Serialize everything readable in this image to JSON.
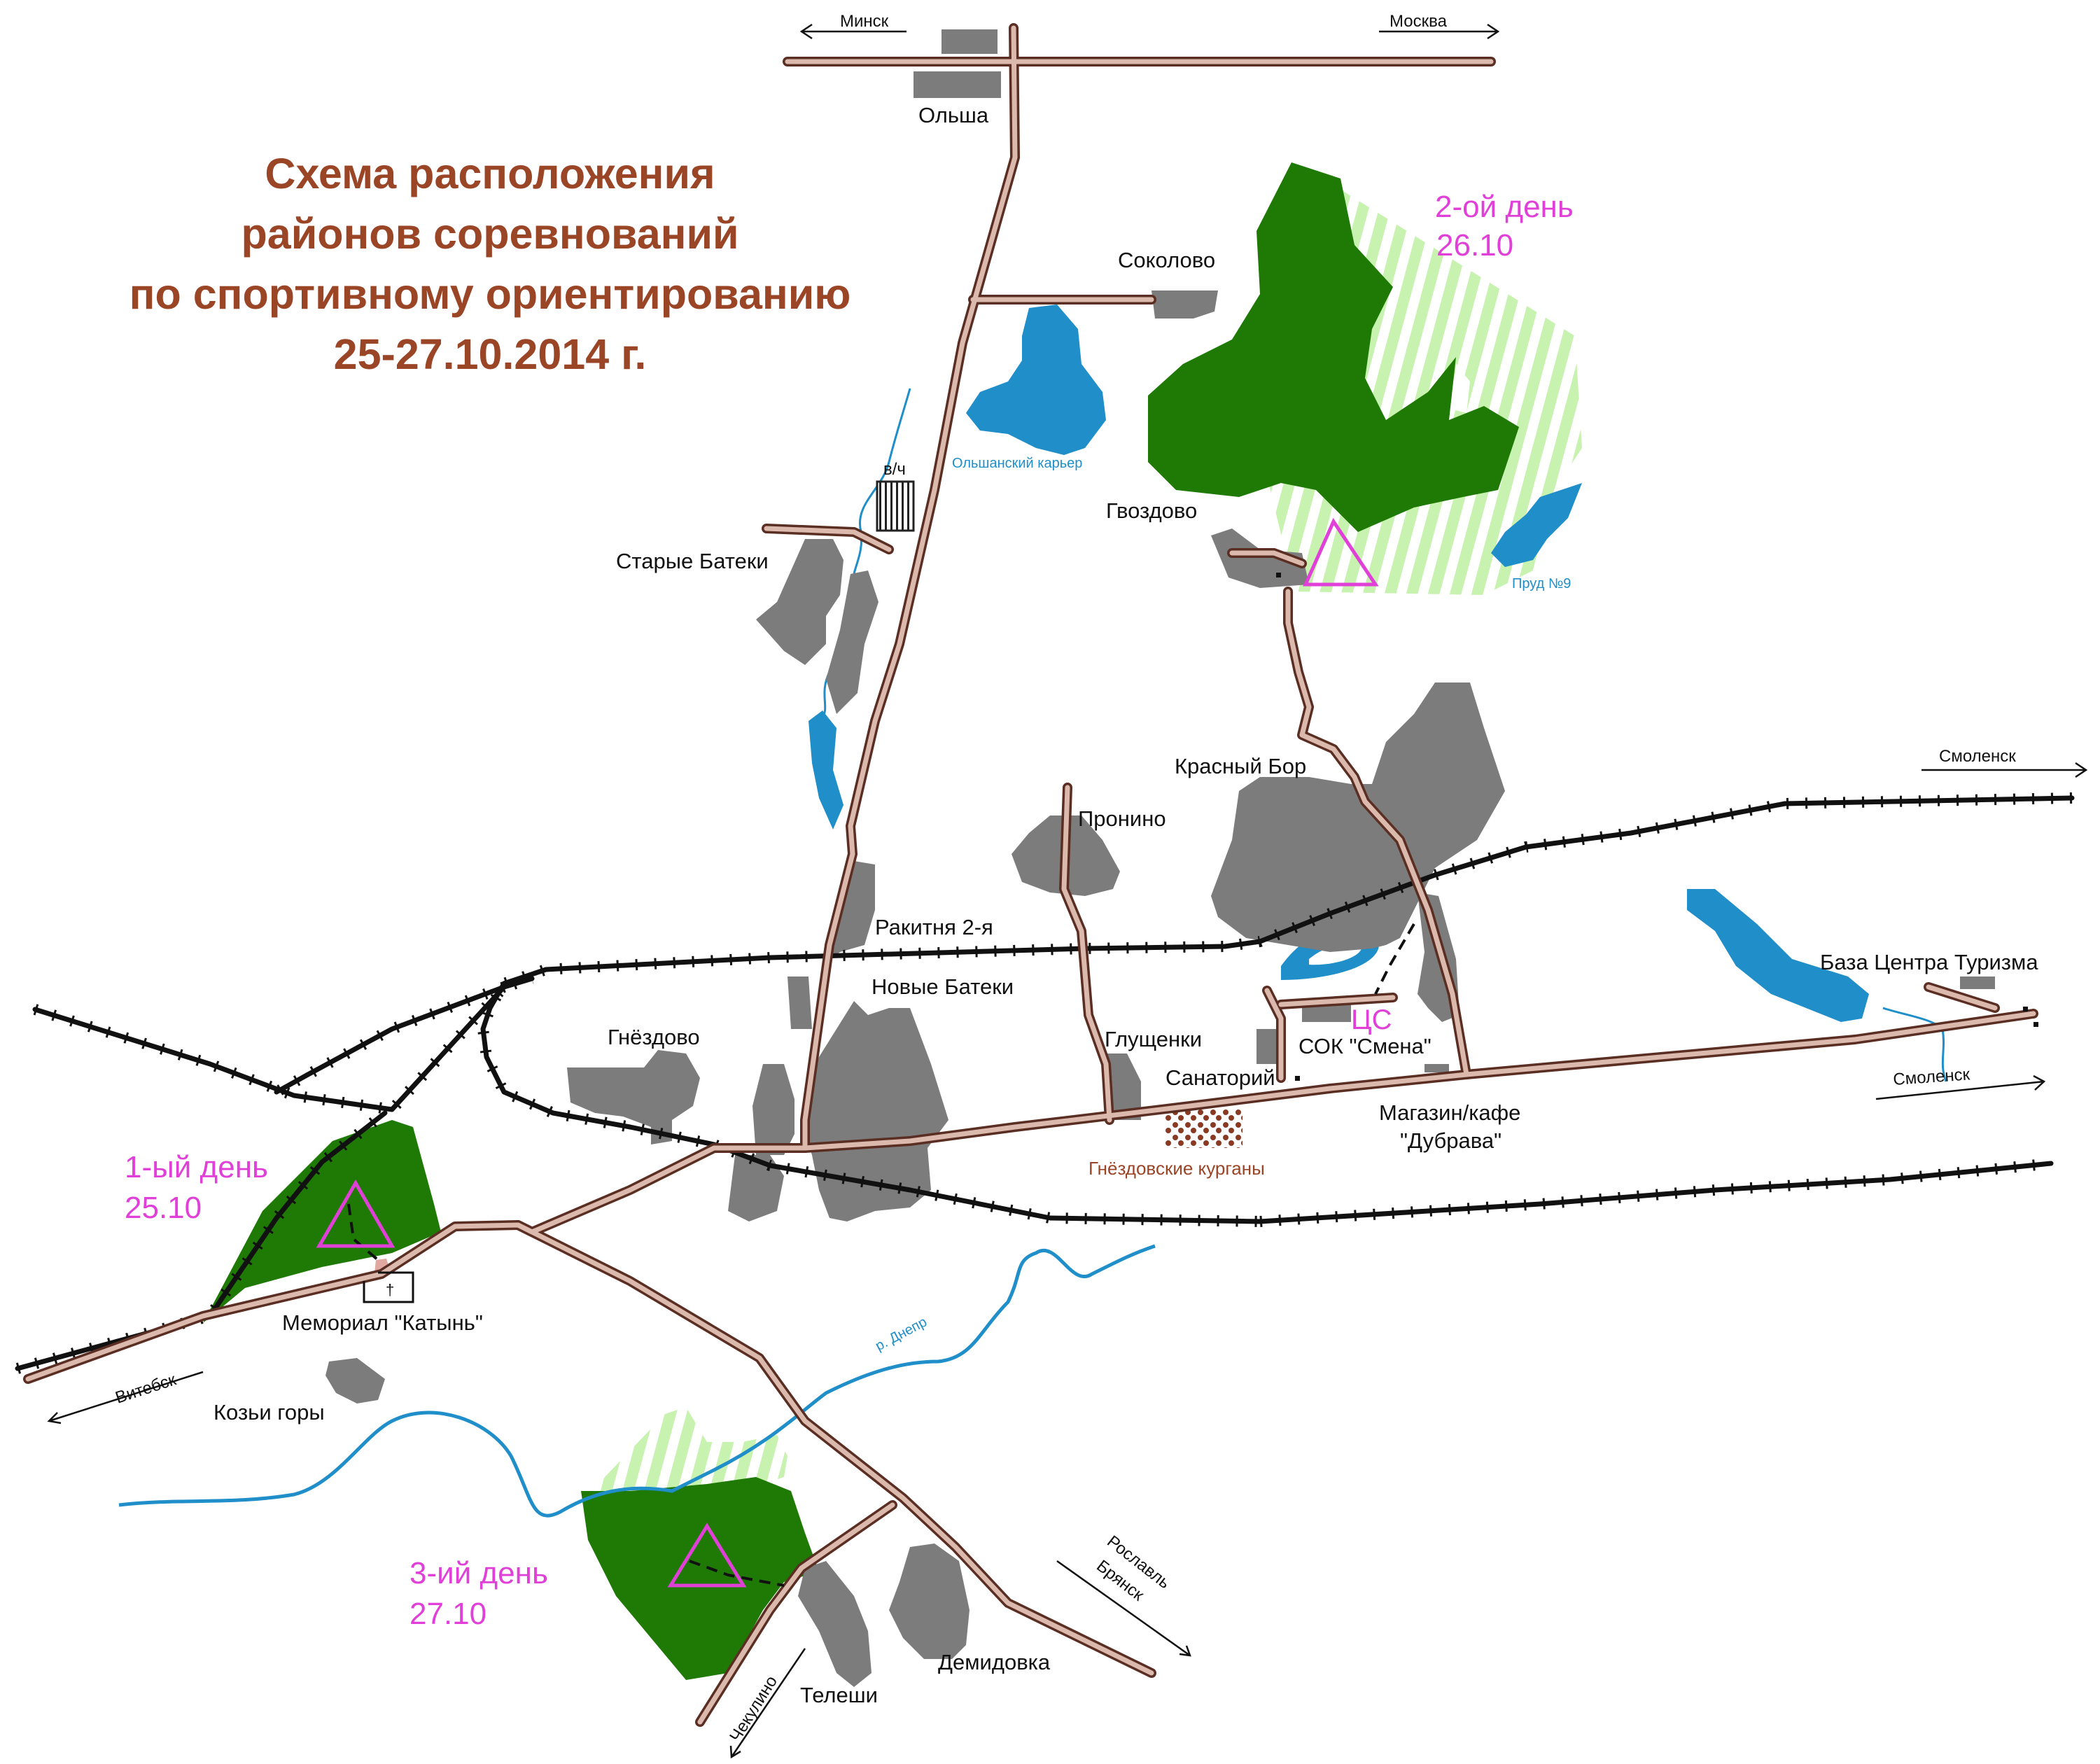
{
  "title": {
    "line1": "Схема расположения",
    "line2": "районов соревнований",
    "line3": "по спортивному ориентированию",
    "line4": "25-27.10.2014 г."
  },
  "colors": {
    "title": "#9b4527",
    "road": "#dcb9ad",
    "road_edge": "#5a2e22",
    "forest": "#1f7a05",
    "forest_light": "#c8f2b0",
    "water": "#1f8ec9",
    "settlement": "#7c7c7c",
    "day_marker": "#e040d8",
    "rail": "#111111"
  },
  "directions": {
    "minsk": "Минск",
    "moscow": "Москва",
    "smolensk_1": "Смоленск",
    "smolensk_2": "Смоленск",
    "vitebsk": "Витебск",
    "roslavl": "Рославль",
    "bryansk": "Брянск",
    "chekulino": "Чекулино"
  },
  "places": {
    "olsha": "Ольша",
    "sokolovo": "Соколово",
    "gvozdovo": "Гвоздово",
    "vch": "в/ч",
    "starye_bateki": "Старые Батеки",
    "krasny_bor": "Красный Бор",
    "pronino": "Пронино",
    "rakitnya": "Ракитня 2-я",
    "novye_bateki": "Новые Батеки",
    "gnezdovo": "Гнёздово",
    "glushchenki": "Глущенки",
    "sanatoriy": "Санаторий",
    "sok_smena": "СОК \"Смена\"",
    "cs": "ЦС",
    "baza": "База Центра Туризма",
    "magazin_1": "Магазин/кафе",
    "magazin_2": "\"Дубрава\"",
    "memorial": "Мемориал \"Катынь\"",
    "kozi_gory": "Козьи горы",
    "teleshi": "Телеши",
    "demidovka": "Демидовка"
  },
  "water": {
    "karier": "Ольшанский карьер",
    "prud": "Пруд №9",
    "dnepr": "р. Днепр"
  },
  "landmarks": {
    "kurgany": "Гнёздовские курганы"
  },
  "days": {
    "day1_label": "1-ый день",
    "day1_date": "25.10",
    "day2_label": "2-ой день",
    "day2_date": "26.10",
    "day3_label": "3-ий день",
    "day3_date": "27.10"
  },
  "icons": [
    "start-triangle-icon",
    "memorial-cross-icon",
    "direction-arrow-icon"
  ]
}
